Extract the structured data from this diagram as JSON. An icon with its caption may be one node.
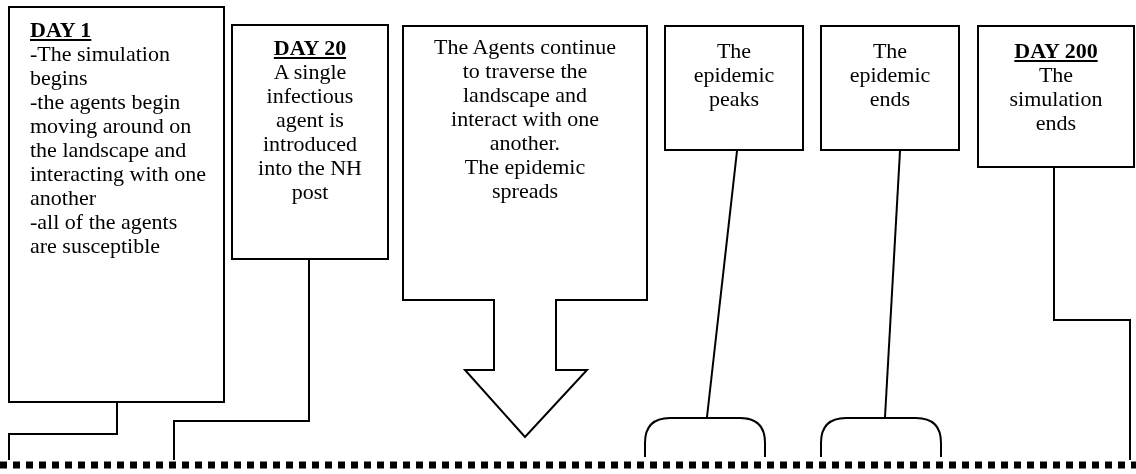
{
  "diagram": {
    "nodes": [
      {
        "text": [
          "DAY 1",
          "-The simulation begins",
          "-the agents begin moving around on the landscape and interacting with one another",
          "-all of the agents are susceptible"
        ]
      },
      {
        "text": [
          "DAY 20",
          "A single infectious agent is introduced into the NH post"
        ]
      },
      {
        "text": [
          "The Agents continue to traverse the landscape and interact with one another.",
          "The epidemic spreads"
        ]
      },
      {
        "text": [
          "The epidemic peaks"
        ]
      },
      {
        "text": [
          "The epidemic ends"
        ]
      },
      {
        "text": [
          "DAY 200",
          "The simulation ends"
        ]
      },
      {
        "text": [],
        "shape": "bar"
      },
      {
        "text": [],
        "shape": "bracket"
      },
      {
        "text": [],
        "shape": "bracket"
      }
    ],
    "edges": [
      {
        "from": 0,
        "to": 6,
        "arrow": "none"
      },
      {
        "from": 1,
        "to": 6,
        "arrow": "none"
      },
      {
        "from": 3,
        "to": 7,
        "arrow": "none"
      },
      {
        "from": 4,
        "to": 8,
        "arrow": "none"
      },
      {
        "from": 5,
        "to": 6,
        "arrow": "none"
      }
    ]
  }
}
